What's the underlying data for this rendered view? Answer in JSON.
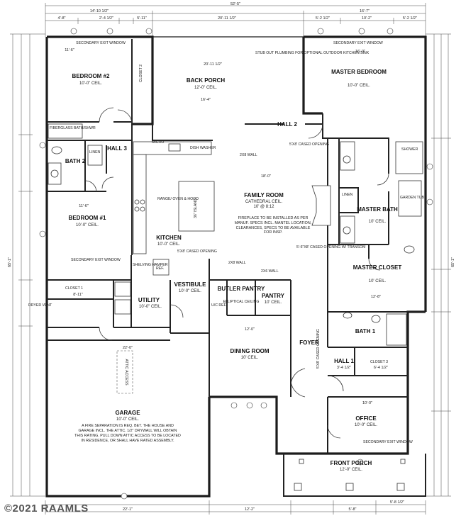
{
  "overall_dims": {
    "total_width": "52'-5\"",
    "top_left": "14'-10 1/2\"",
    "top_right": "16'-7\"",
    "top_mid": "20'-11 1/2\"",
    "seg_a": "4'-8\"",
    "seg_b": "2'-4 1/2\"",
    "seg_c": "5'-11\"",
    "seg_d": "5'-2 1/2\"",
    "seg_e": "10'-2\"",
    "seg_f": "5'-2 1/2\"",
    "right_total": "65'-1\"",
    "left_total": "65'-1\"",
    "bottom_garage": "22'-1\"",
    "bottom_mid": "12'-2\"",
    "bottom_right": "5'-8\"",
    "bottom_r2": "5'-8 1/2\""
  },
  "rooms": {
    "bedroom2": {
      "name": "BEDROOM #2",
      "ceil": "10'-0\" CEIL.",
      "note": "SECONDARY EXIT WINDOW",
      "dim": "11'-6\""
    },
    "back_porch": {
      "name": "BACK PORCH",
      "ceil": "12'-0\" CEIL.",
      "dim": "20'-11 1/2\"",
      "dim2": "16'-4\""
    },
    "master_bedroom": {
      "name": "MASTER BEDROOM",
      "ceil": "10'-0\" CEIL.",
      "note": "SECONDARY EXIT WINDOW",
      "dim": "16'-0\""
    },
    "closet2": {
      "name": "CLOSET 2"
    },
    "bath2": {
      "name": "BATH 2",
      "tub": "FIBERGLASS BATH/SHWR"
    },
    "hall3": {
      "name": "HALL 3"
    },
    "linen1": {
      "name": "LINEN"
    },
    "hall2": {
      "name": "HALL 2"
    },
    "family_room": {
      "name": "FAMILY ROOM",
      "ceil": "CATHEDRAL CEIL.",
      "ceil2": "10' @ 8:12",
      "note": "FIREPLACE TO BE INSTALLED AS PER MANUF. SPECS INCL. MANTEL LOCATION, CLEARANCES, SPECS TO BE AVAILABLE FOR INSP.",
      "dim": "18'-0\""
    },
    "kitchen": {
      "name": "KITCHEN",
      "ceil": "10'-0\" CEIL.",
      "island": "36\" ISLAND",
      "range": "RANGE/ OVEN & HOOD",
      "micro": "MICRO",
      "dish": "DISH WASHER"
    },
    "bedroom1": {
      "name": "BEDROOM #1",
      "ceil": "10'-0\" CEIL.",
      "note": "SECONDARY EXIT WINDOW",
      "dim": "11'-6\""
    },
    "master_bath": {
      "name": "MASTER BATH",
      "ceil": "10' CEIL.",
      "shower": "SHOWER",
      "tub": "GARDEN TUB",
      "linen": "LINEN"
    },
    "master_closet": {
      "name": "MASTER CLOSET",
      "ceil": "10' CEIL.",
      "dim": "12'-8\""
    },
    "closet1": {
      "name": "CLOSET 1",
      "dim": "8'-11\""
    },
    "utility": {
      "name": "UTILITY",
      "ceil": "10'-0\" CEIL.",
      "vent": "DRYER VENT"
    },
    "vestibule": {
      "name": "VESTIBULE",
      "ceil": "10'-0\" CEIL."
    },
    "butler_pantry": {
      "name": "BUTLER PANTRY",
      "ceil": "ELLIPTICAL CEILING"
    },
    "pantry": {
      "name": "PANTRY",
      "ceil": "10' CEIL."
    },
    "bath1": {
      "name": "BATH 1"
    },
    "dining_room": {
      "name": "DINING ROOM",
      "ceil": "10' CEIL.",
      "dim": "12'-0\""
    },
    "foyer": {
      "name": "FOYER"
    },
    "hall1": {
      "name": "HALL 1",
      "dim": "3'-4 1/2\""
    },
    "closet3": {
      "name": "CLOSET 3",
      "dim": "6'-4 1/2\""
    },
    "garage": {
      "name": "GARAGE",
      "ceil": "10'-0\" CEIL.",
      "attic": "ATTIC ACCESS",
      "dim": "22'-0\"",
      "note": "A FIRE SEPARATION IS REQ. BET. THE HOUSE AND GARAGE INCL. THE ATTIC. 1/2\" DRYWALL WILL OBTAIN THIS RATING. PULL DOWN ATTIC ACCESS TO BE LOCATED IN RESIDENCE, OR SHALL HAVE RATED ASSEMBLY."
    },
    "office": {
      "name": "OFFICE",
      "ceil": "10'-0\" CEIL.",
      "note": "SECONDARY EXIT WINDOW",
      "dim": "10'-0\""
    },
    "front_porch": {
      "name": "FRONT PORCH",
      "ceil": "12'-0\" CEIL."
    }
  },
  "notes": {
    "stub_out": "STUB OUT PLUMBING FOR OPTIONAL OUTDOOR KITCHEN SINK",
    "cased_opening_1": "5'X8' CASED OPENING",
    "cased_opening_2": "5'X8' CASED OPENING",
    "cased_opening_3": "5'-6\"X8' CASED OPENING W/ TRANSOM",
    "cased_opening_4": "5'X8' CASED OPENING",
    "wall_2x8": "2X8 WALL",
    "wall_2x6": "2X6 WALL",
    "ref": "REF.",
    "shelving": "SHELVING HAMPER",
    "ug_ref": "U/C REF."
  },
  "copyright": "©2021 RAAMLS"
}
